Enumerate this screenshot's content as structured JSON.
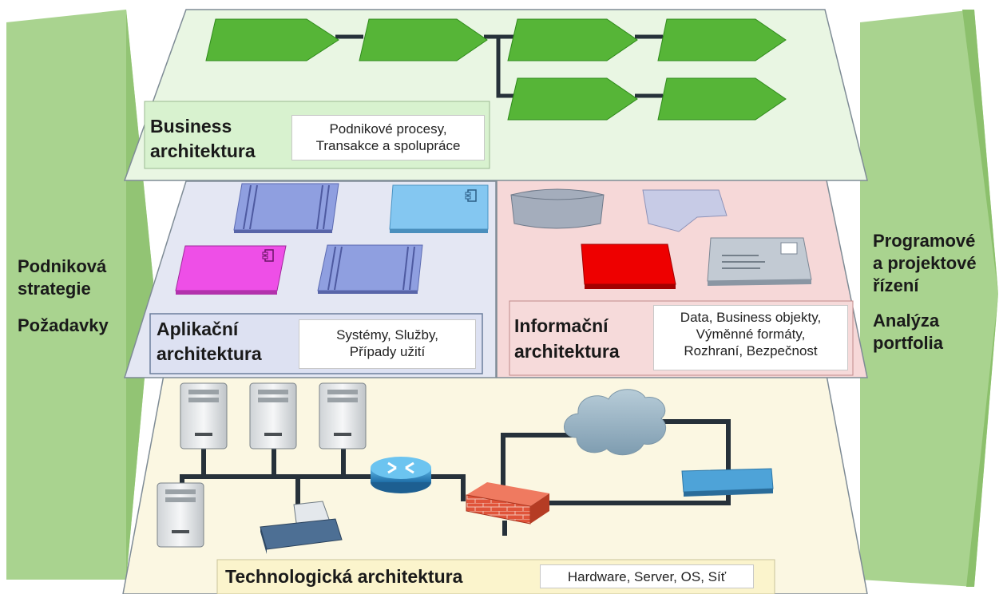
{
  "left_pillar": {
    "line1": "Podniková",
    "line2": "strategie",
    "line3": "Požadavky"
  },
  "right_pillar": {
    "line1": "Programové",
    "line2": "a projektové",
    "line3": "řízení",
    "line4": "Analýza",
    "line5": "portfolia"
  },
  "business": {
    "title_line1": "Business",
    "title_line2": "architektura",
    "desc_line1": "Podnikové procesy,",
    "desc_line2": "Transakce a spolupráce"
  },
  "application": {
    "title_line1": "Aplikační",
    "title_line2": "architektura",
    "desc_line1": "Systémy, Služby,",
    "desc_line2": "Případy užití"
  },
  "information": {
    "title_line1": "Informační",
    "title_line2": "architektura",
    "desc_line1": "Data, Business objekty,",
    "desc_line2": "Výměnné formáty,",
    "desc_line3": "Rozhraní, Bezpečnost"
  },
  "technology": {
    "title": "Technologická architektura",
    "desc": "Hardware, Server, OS, Síť"
  },
  "colors": {
    "pillar": "#a9d38f",
    "business_layer": "#e9f6e3",
    "application_layer": "#e4e7f3",
    "information_layer": "#f6d8d8",
    "technology_layer": "#fbf7e2",
    "process_arrow": "#56b537"
  }
}
